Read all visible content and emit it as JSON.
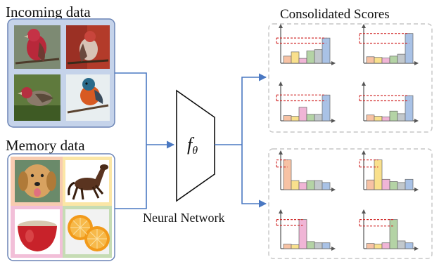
{
  "incoming": {
    "title": "Incoming data",
    "images": [
      {
        "icon": "red-finch-photo-icon",
        "bg": "#7d8a73",
        "body": "#b8283a"
      },
      {
        "icon": "red-finch-photo-icon",
        "bg": "#b33b2a",
        "body": "#c8453c"
      },
      {
        "icon": "red-finch-photo-icon",
        "bg": "#5f7a3d",
        "body": "#b53040"
      },
      {
        "icon": "robin-bird-photo-icon",
        "bg": "#e8eef0",
        "body": "#d85a22"
      }
    ]
  },
  "memory": {
    "title": "Memory data",
    "images": [
      {
        "icon": "dog-photo-icon"
      },
      {
        "icon": "horse-photo-icon"
      },
      {
        "icon": "red-bowl-photo-icon"
      },
      {
        "icon": "orange-slices-photo-icon"
      }
    ]
  },
  "network": {
    "symbol": "f",
    "subscript": "θ",
    "label": "Neural Network"
  },
  "scores": {
    "title": "Consolidated Scores",
    "bar_colors": [
      "#f7c2a4",
      "#f9e08c",
      "#f0b5d6",
      "#b4d3a5",
      "#c2c8cc",
      "#a9c2e6"
    ],
    "panels": [
      {
        "values": [
          0.22,
          0.35,
          0.15,
          0.38,
          0.42,
          0.78
        ],
        "threshold": 0.62
      },
      {
        "values": [
          0.2,
          0.18,
          0.16,
          0.22,
          0.28,
          0.92
        ],
        "threshold": 0.62
      },
      {
        "values": [
          0.16,
          0.14,
          0.42,
          0.2,
          0.2,
          0.8
        ],
        "threshold": 0.62
      },
      {
        "values": [
          0.18,
          0.14,
          0.12,
          0.3,
          0.22,
          0.78
        ],
        "threshold": 0.62
      },
      {
        "values": [
          0.92,
          0.28,
          0.22,
          0.28,
          0.28,
          0.22
        ],
        "threshold": 0.7
      },
      {
        "values": [
          0.3,
          0.92,
          0.32,
          0.25,
          0.22,
          0.32
        ],
        "threshold": 0.7
      },
      {
        "values": [
          0.14,
          0.12,
          0.9,
          0.22,
          0.18,
          0.18
        ],
        "threshold": 0.72
      },
      {
        "values": [
          0.16,
          0.14,
          0.18,
          0.9,
          0.24,
          0.18
        ],
        "threshold": 0.7
      }
    ]
  }
}
